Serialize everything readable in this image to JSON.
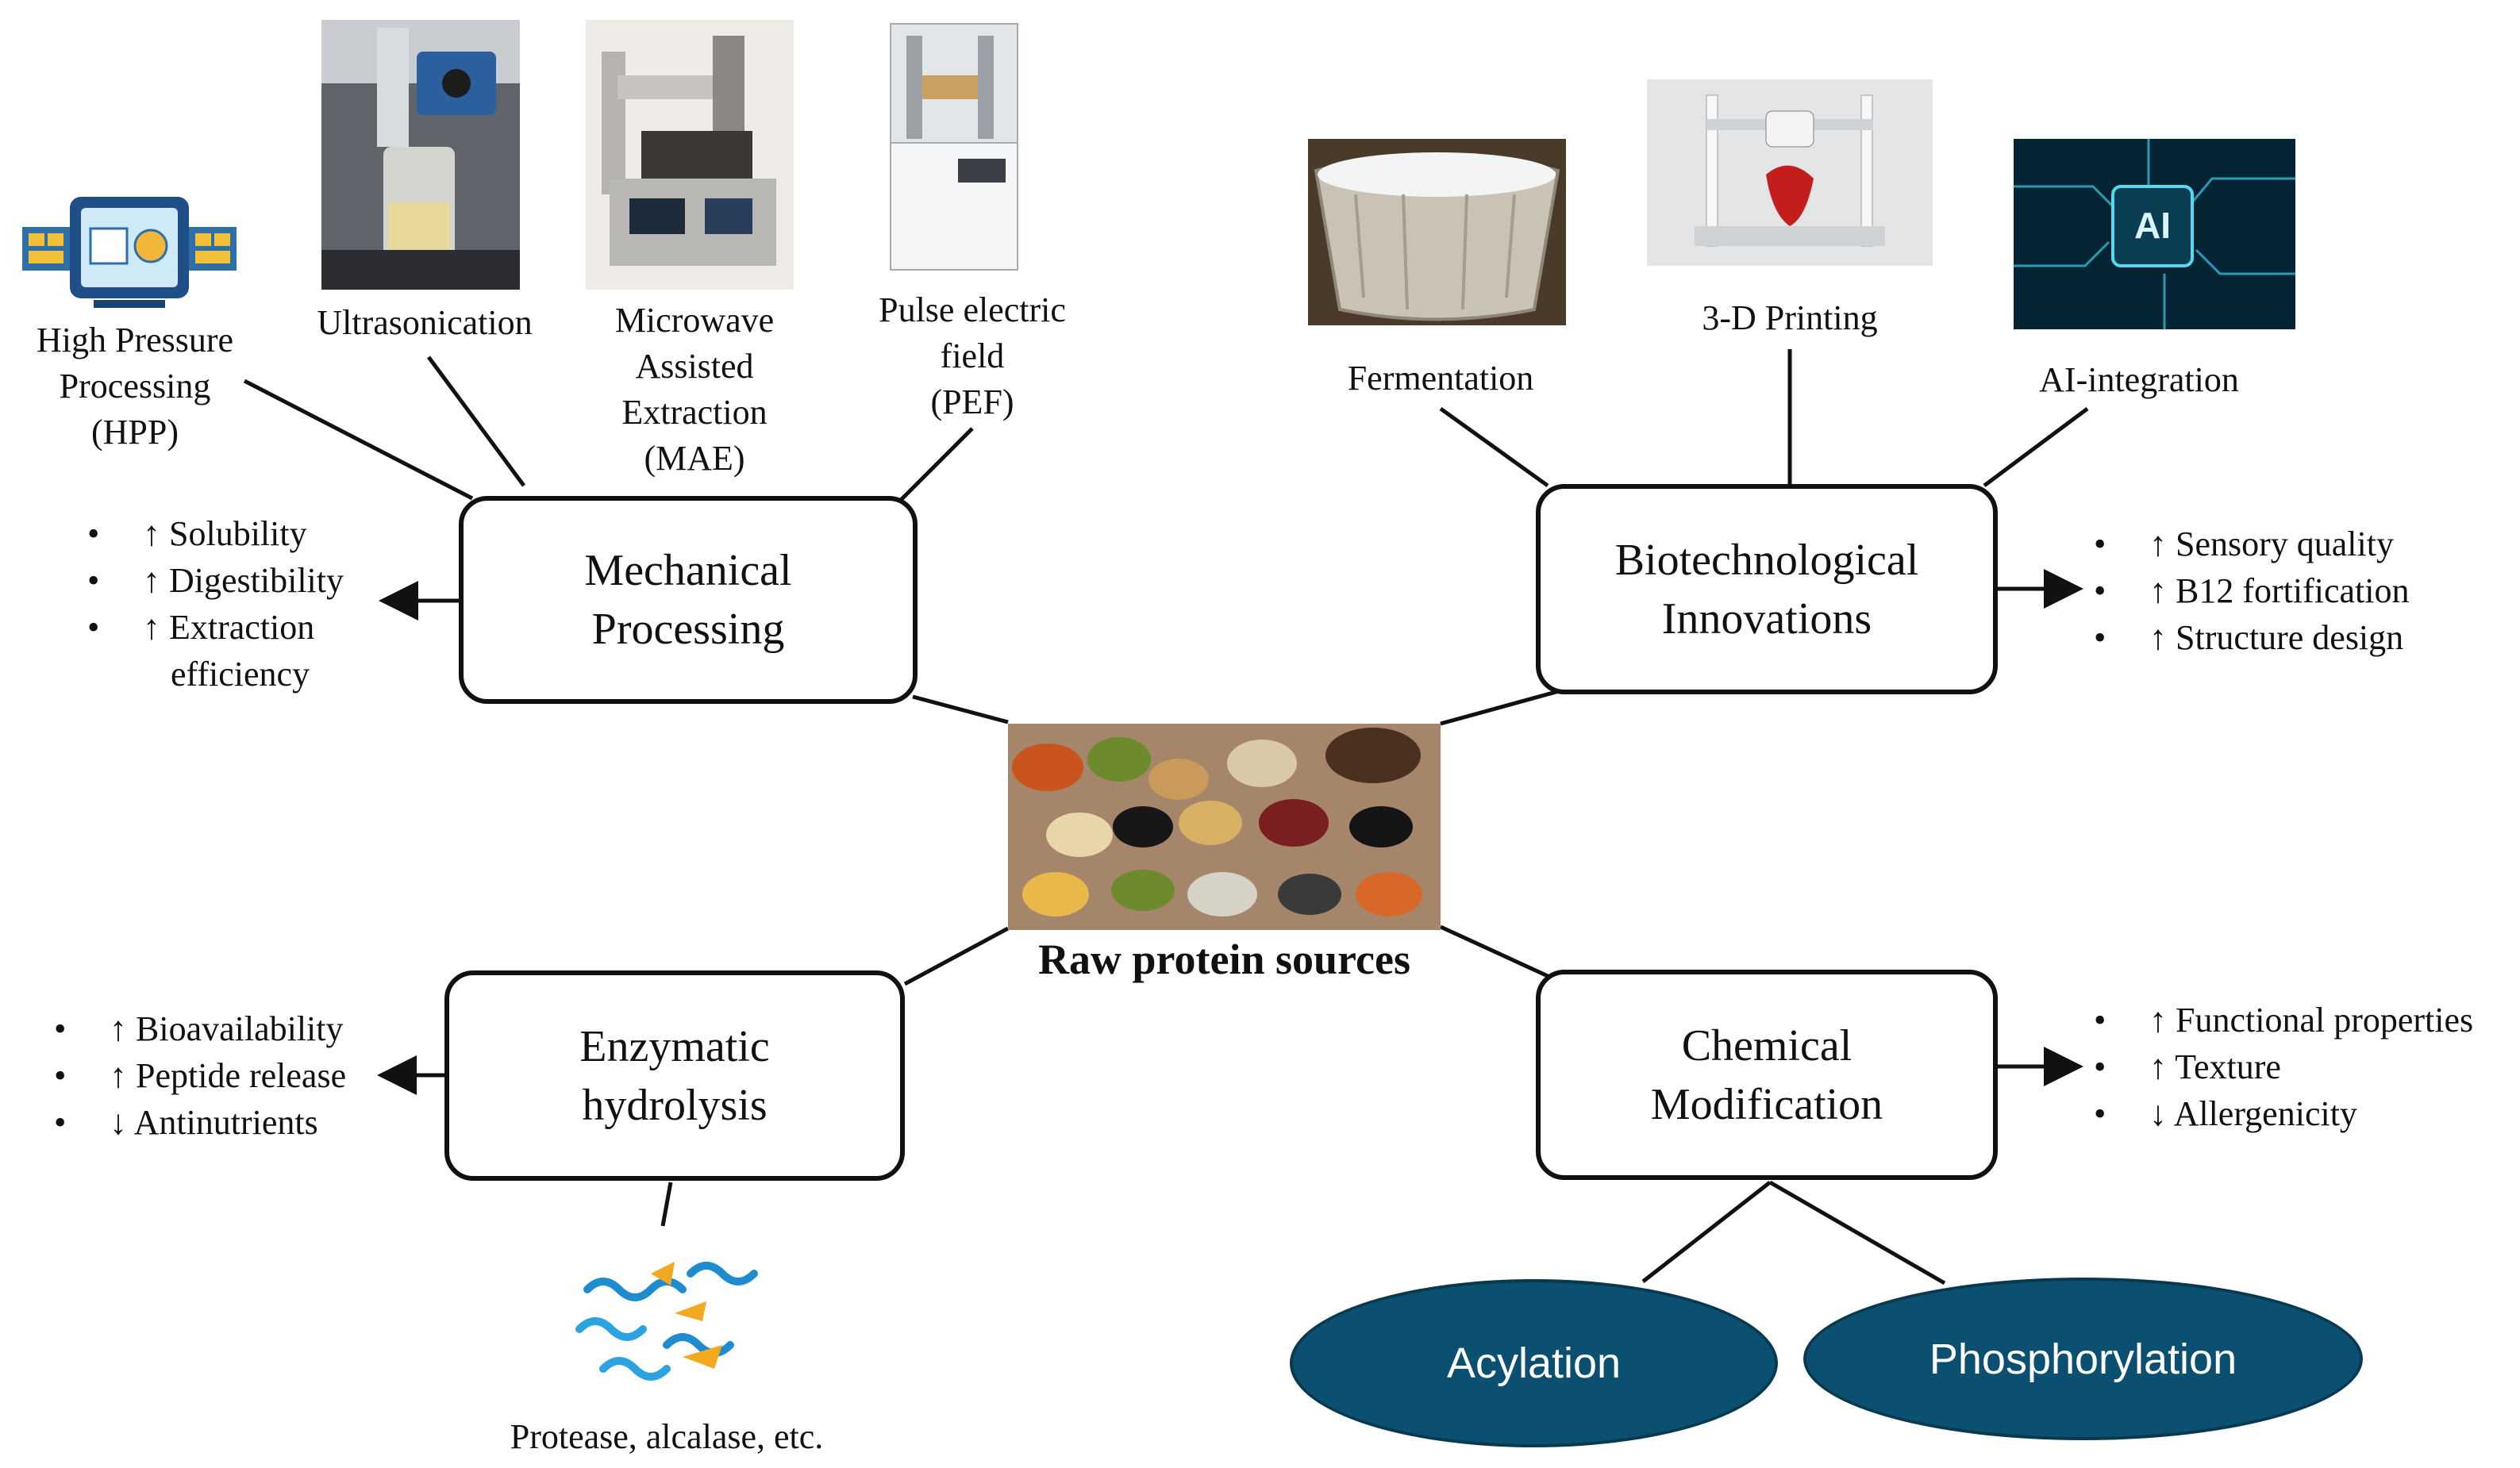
{
  "center": {
    "title": "Raw protein sources"
  },
  "mechanical": {
    "title_l1": "Mechanical",
    "title_l2": "Processing",
    "methods": {
      "hpp": [
        "High Pressure",
        "Processing",
        "(HPP)"
      ],
      "ultrasonication": [
        "Ultrasonication"
      ],
      "mae": [
        "Microwave",
        "Assisted",
        "Extraction",
        "(MAE)"
      ],
      "pef": [
        "Pulse electric",
        "field",
        "(PEF)"
      ]
    },
    "effects": [
      "↑ Solubility",
      "↑ Digestibility",
      "↑ Extraction",
      "efficiency"
    ]
  },
  "biotech": {
    "title_l1": "Biotechnological",
    "title_l2": "Innovations",
    "methods": {
      "fermentation": "Fermentation",
      "printing": "3-D Printing",
      "ai": "AI-integration",
      "ai_chip_text": "AI"
    },
    "effects": [
      "↑ Sensory quality",
      "↑ B12 fortification",
      "↑ Structure design"
    ]
  },
  "enzymatic": {
    "title_l1": "Enzymatic",
    "title_l2": "hydrolysis",
    "enzyme_label": "Protease, alcalase, etc.",
    "effects": [
      "↑ Bioavailability",
      "↑ Peptide release",
      "↓ Antinutrients"
    ]
  },
  "chemical": {
    "title_l1": "Chemical",
    "title_l2": "Modification",
    "effects": [
      "↑ Functional properties",
      "↑ Texture",
      "↓ Allergenicity"
    ],
    "types": [
      "Acylation",
      "Phosphorylation"
    ]
  },
  "colors": {
    "ellipse_fill": "#0b5070",
    "line": "#111111"
  }
}
